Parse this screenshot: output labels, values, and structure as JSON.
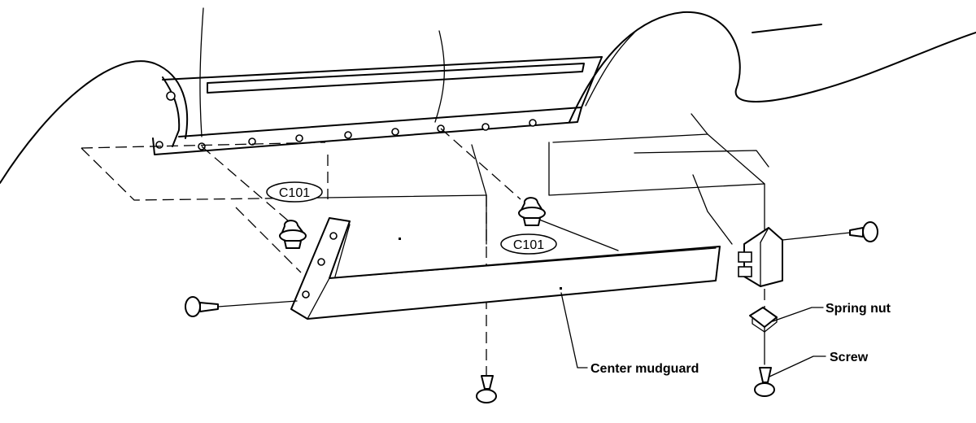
{
  "labels": {
    "clip_code_left": "C101",
    "clip_code_right": "C101",
    "spring_nut": "Spring nut",
    "screw": "Screw",
    "center_mudguard": "Center mudguard"
  },
  "colors": {
    "line": "#000000",
    "background": "#ffffff"
  }
}
